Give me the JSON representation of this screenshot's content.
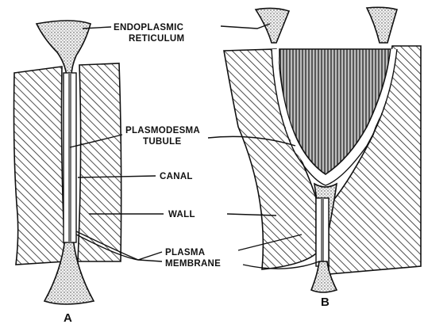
{
  "labels": {
    "endoplasmic": "ENDOPLASMIC",
    "reticulum": "RETICULUM",
    "plasmodesma": "PLASMODESMA",
    "tubule": "TUBULE",
    "canal": "CANAL",
    "wall": "WALL",
    "plasma": "PLASMA",
    "membrane": "MEMBRANE"
  },
  "panels": {
    "a": "A",
    "b": "B"
  }
}
